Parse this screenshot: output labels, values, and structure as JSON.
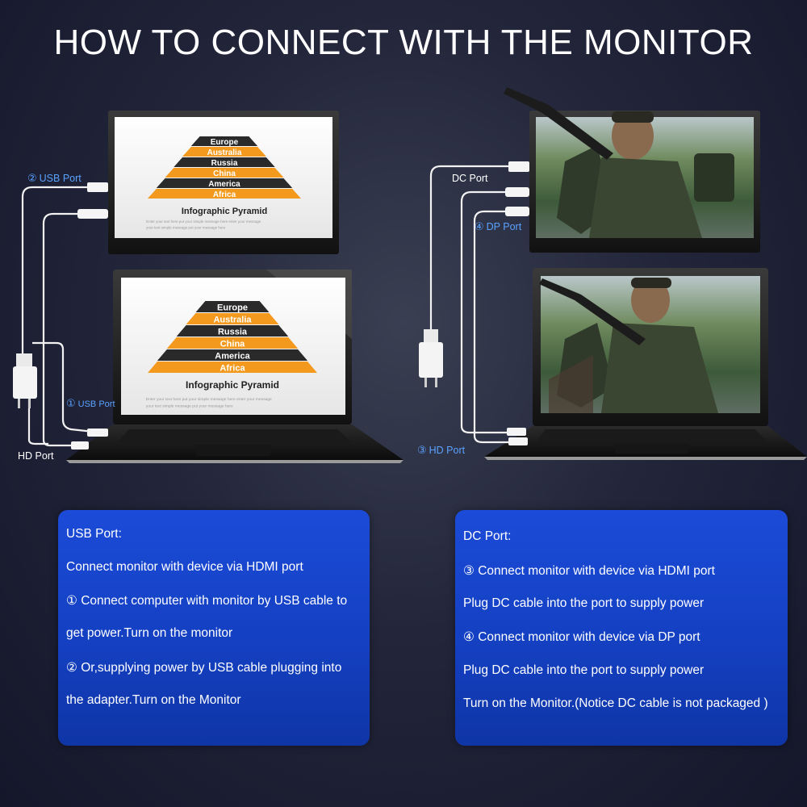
{
  "title": "HOW TO CONNECT WITH THE MONITOR",
  "left_diagram": {
    "labels": {
      "usb_port_2": {
        "num": "②",
        "text": "USB Port"
      },
      "usb_port_1": {
        "num": "①",
        "text": "USB Port"
      },
      "hd_port": "HD  Port"
    },
    "screen": {
      "pyramid_layers": [
        "Europe",
        "Australia",
        "Russia",
        "China",
        "America",
        "Africa"
      ],
      "heading": "Infographic Pyramid",
      "caption_line1": "Enter your text here put your simple message here enter your message",
      "caption_line2": "your text simple message put your message here"
    }
  },
  "right_diagram": {
    "labels": {
      "dc_port": "DC Port",
      "dp_port_4": {
        "num": "④",
        "text": "DP Port"
      },
      "hd_port_3": {
        "num": "③",
        "text": "HD  Port"
      }
    }
  },
  "panels": {
    "left": {
      "lines": [
        "USB Port:",
        "Connect monitor with device via HDMI port",
        "① Connect computer with monitor by USB cable to",
        "get power.Turn on the monitor",
        "② Or,supplying power by USB cable plugging into",
        "the adapter.Turn on the Monitor"
      ]
    },
    "right": {
      "lines": [
        "DC Port:",
        "③ Connect monitor with device via HDMI port",
        "Plug DC cable into the port to supply power",
        "④ Connect monitor with device via DP port",
        "Plug DC cable into the port to supply power",
        "Turn on the Monitor.(Notice DC cable is not packaged )"
      ]
    }
  },
  "colors": {
    "panel_blue": "#1440c2",
    "label_blue": "#5aa2ff",
    "pyramid_orange": "#f39a1e",
    "pyramid_dark": "#2a2a2a"
  }
}
